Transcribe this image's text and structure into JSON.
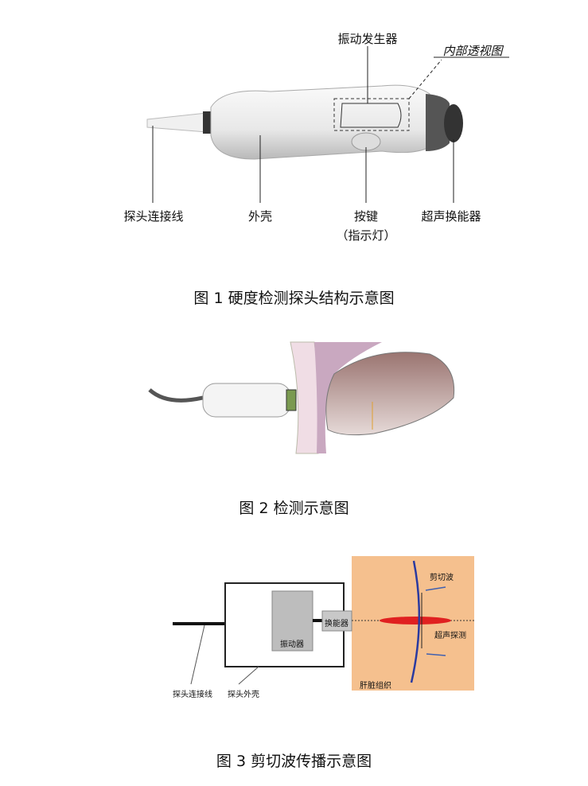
{
  "figure1": {
    "caption": "图 1  硬度检测探头结构示意图",
    "labels": {
      "vibrator": "振动发生器",
      "inner_view": "内部透视图",
      "cable": "探头连接线",
      "shell": "外壳",
      "button": "按键",
      "indicator": "（指示灯）",
      "transducer": "超声换能器"
    }
  },
  "figure2": {
    "caption": "图 2  检测示意图"
  },
  "figure3": {
    "caption": "图 3  剪切波传播示意图",
    "labels": {
      "vibrator": "振动器",
      "transducer": "换能器",
      "shear_wave": "剪切波",
      "ultrasound": "超声探测",
      "liver": "肝脏组织",
      "cable": "探头连接线",
      "shell": "探头外壳"
    }
  }
}
